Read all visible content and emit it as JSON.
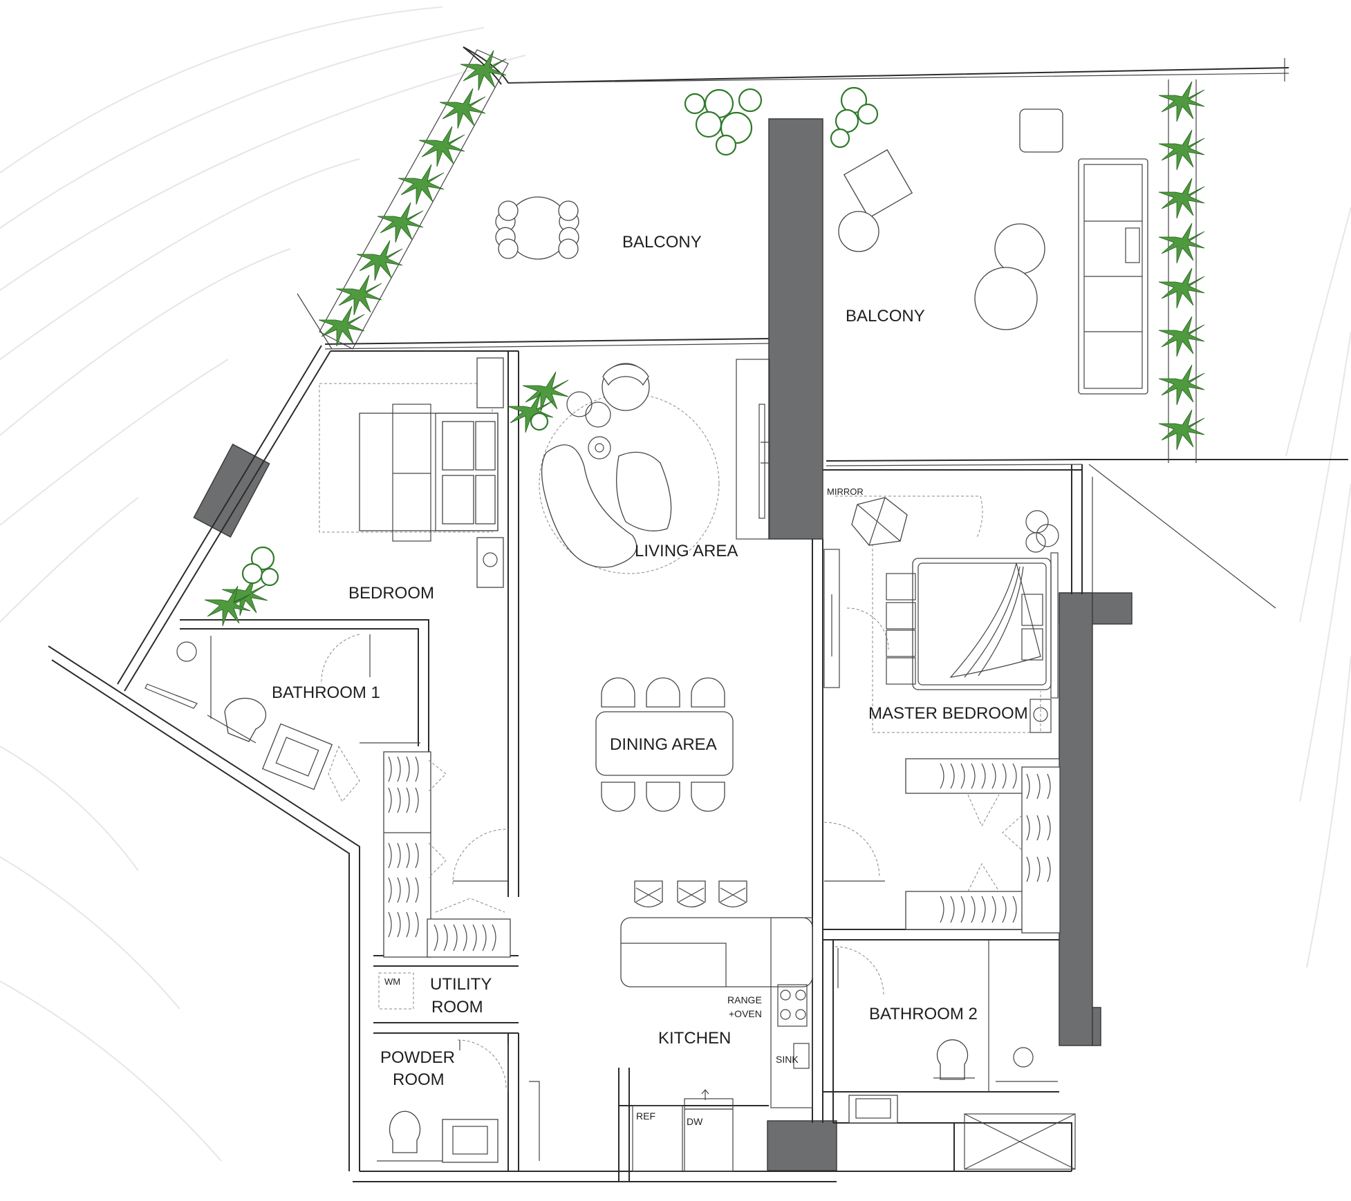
{
  "plan": {
    "rooms": {
      "balcony_left": "BALCONY",
      "balcony_right": "BALCONY",
      "bedroom": "BEDROOM",
      "living_area": "LIVING AREA",
      "bathroom_1": "BATHROOM 1",
      "dining_area": "DINING AREA",
      "master_bedroom": "MASTER BEDROOM",
      "utility_room_line1": "UTILITY",
      "utility_room_line2": "ROOM",
      "powder_room_line1": "POWDER",
      "powder_room_line2": "ROOM",
      "kitchen": "KITCHEN",
      "bathroom_2": "BATHROOM 2"
    },
    "fixtures": {
      "mirror": "MIRROR",
      "wm": "WM",
      "range_line1": "RANGE",
      "range_line2": "+OVEN",
      "sink": "SINK",
      "ref": "REF",
      "dw": "DW"
    },
    "colors": {
      "wall": "#2b2b2b",
      "column": "#6d6e70",
      "plant": "#4f9a3f"
    }
  }
}
